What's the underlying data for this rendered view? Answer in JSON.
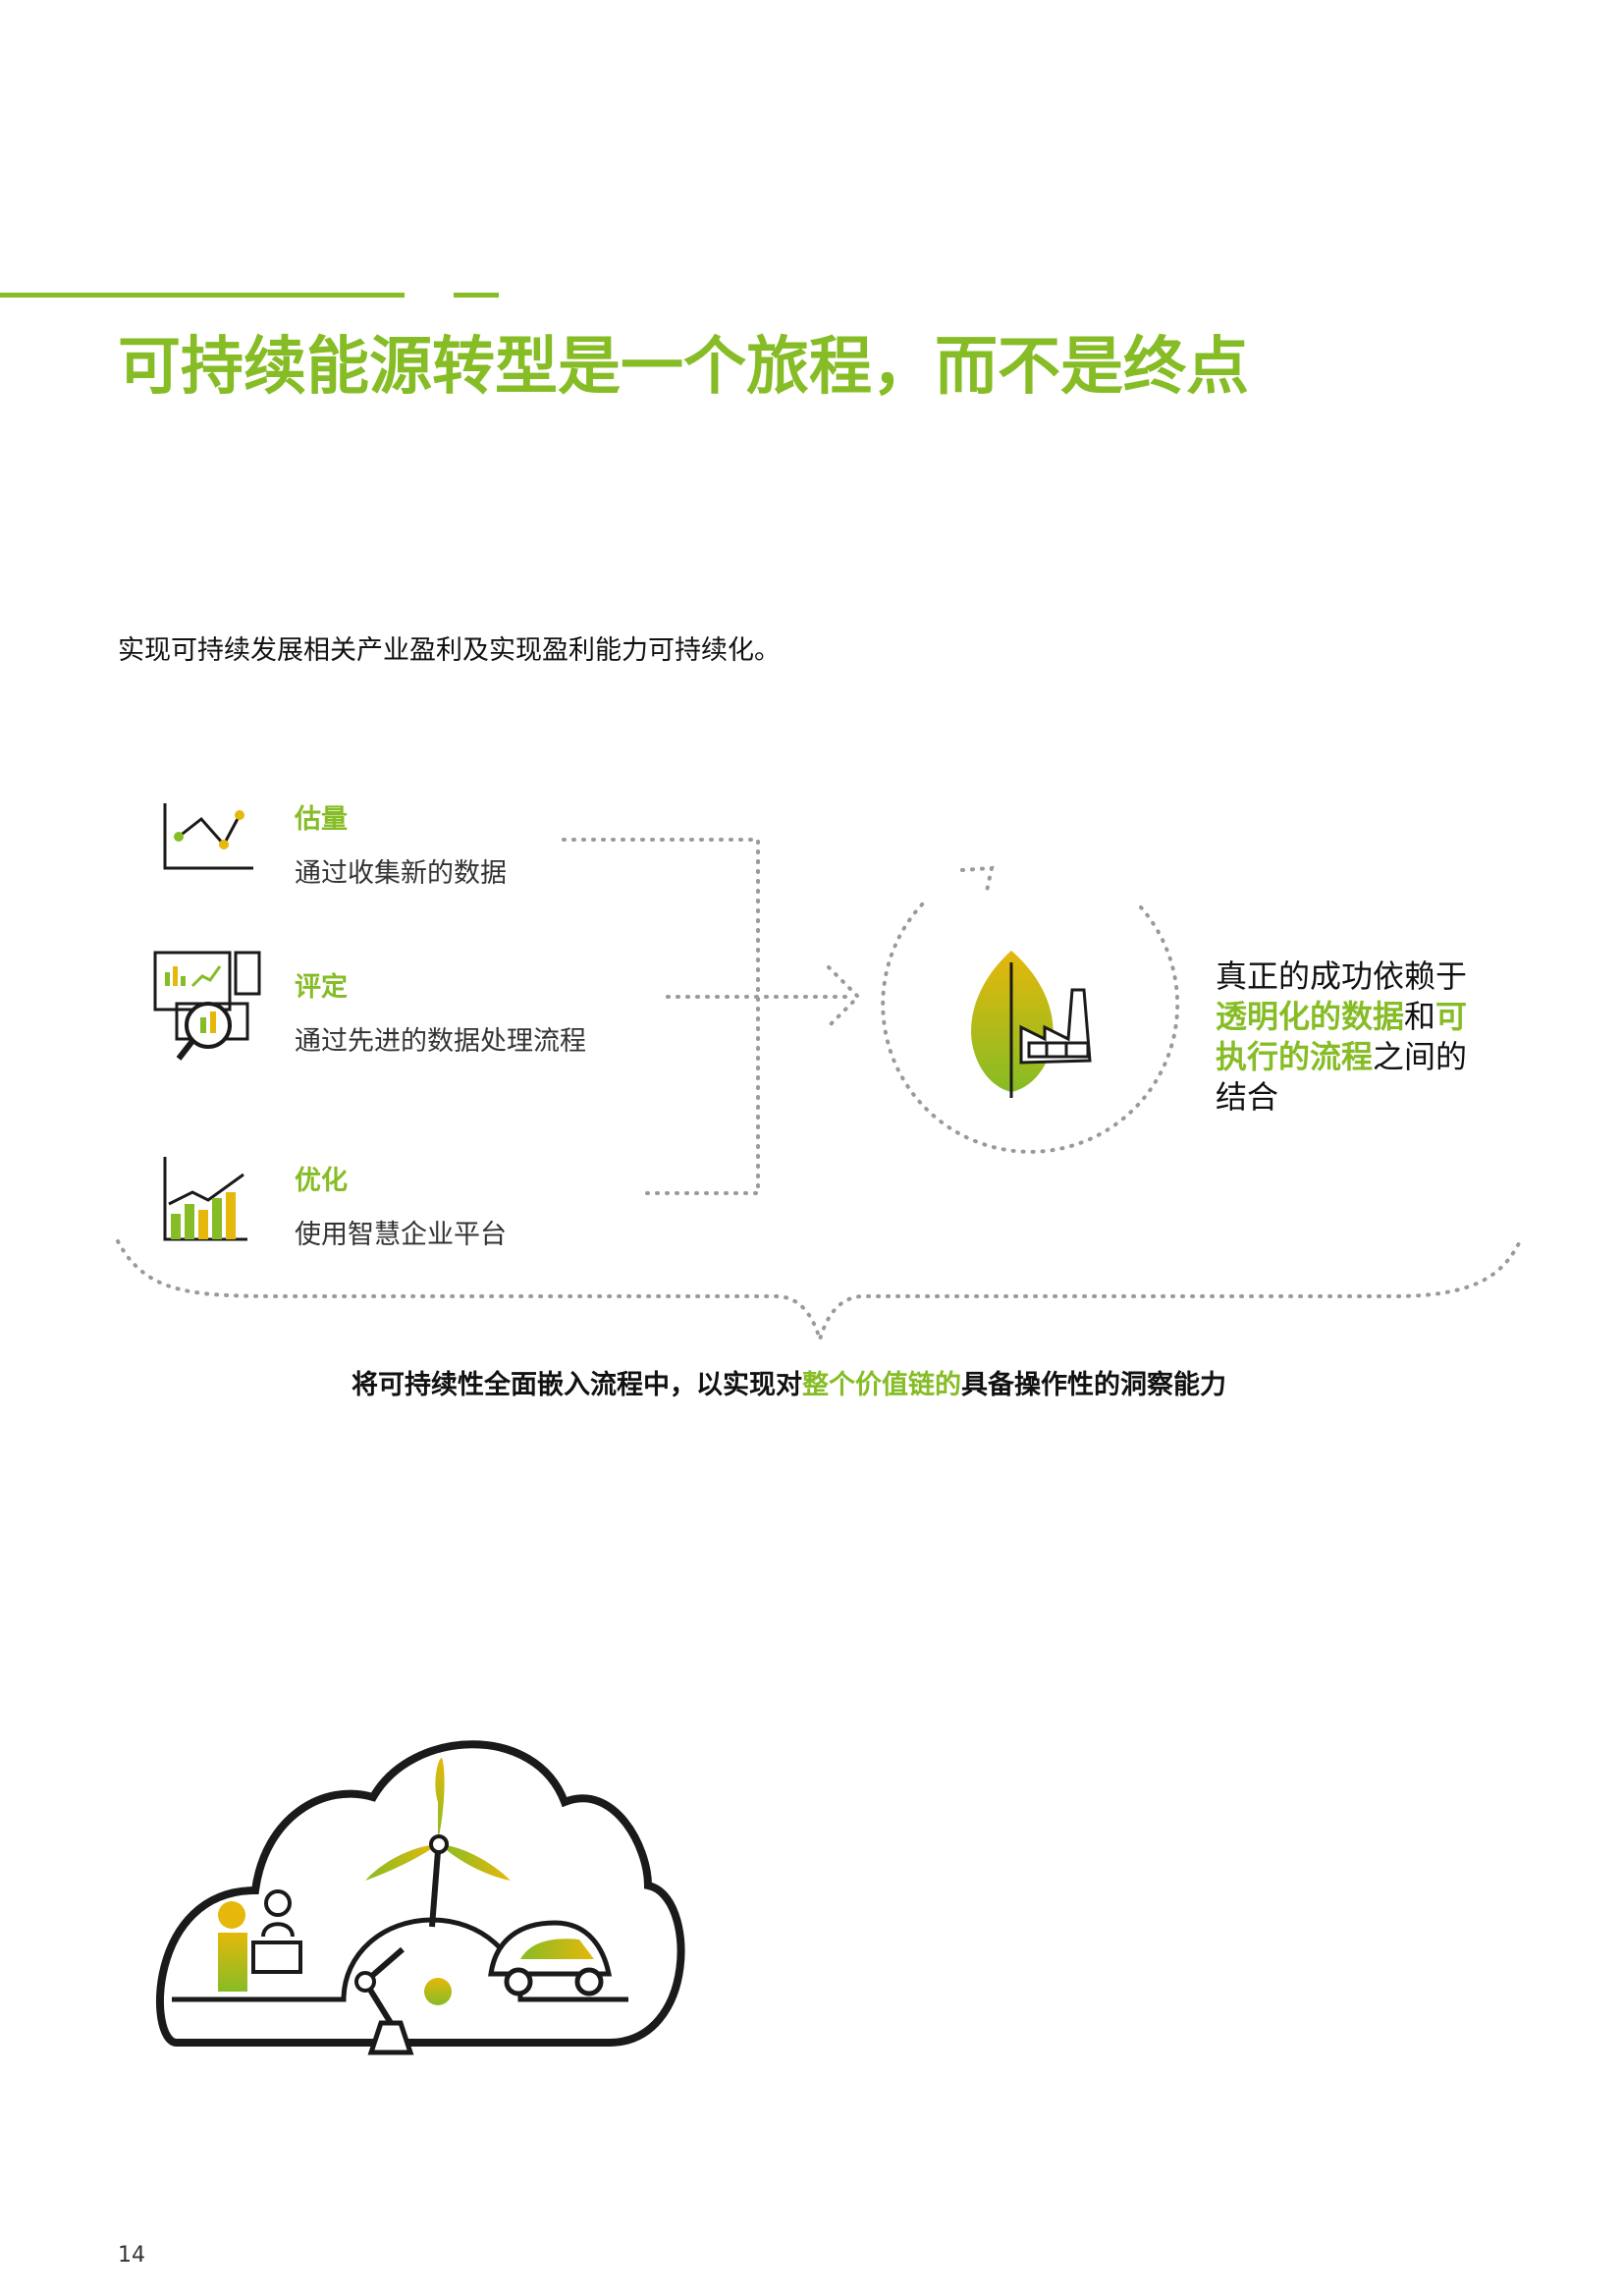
{
  "title": "可持续能源转型是一个旅程，而不是终点",
  "intro": "实现可持续发展相关产业盈利及实现盈利能力可持续化。",
  "steps": [
    {
      "title": "估量",
      "desc": "通过收集新的数据",
      "icon": "line-chart-icon"
    },
    {
      "title": "评定",
      "desc": "通过先进的数据处理流程",
      "icon": "dashboard-magnifier-icon"
    },
    {
      "title": "优化",
      "desc": "使用智慧企业平台",
      "icon": "bar-chart-icon"
    }
  ],
  "success": {
    "line1": "真正的成功依赖于",
    "hl1": "透明化的数据",
    "mid": "和",
    "hl2a": "可",
    "hl2b": "执行的流程",
    "tail": "之间的",
    "line4": "结合"
  },
  "bottom": {
    "pre": "将可持续性全面嵌入流程中，以实现对",
    "hl": "整个价值链的",
    "post": "具备操作性的洞察能力"
  },
  "page_number": "14",
  "colors": {
    "accent": "#86bc25",
    "accent_yellow": "#e5b80b",
    "dark": "#1a1a1a",
    "dots": "#9a9a9a"
  }
}
